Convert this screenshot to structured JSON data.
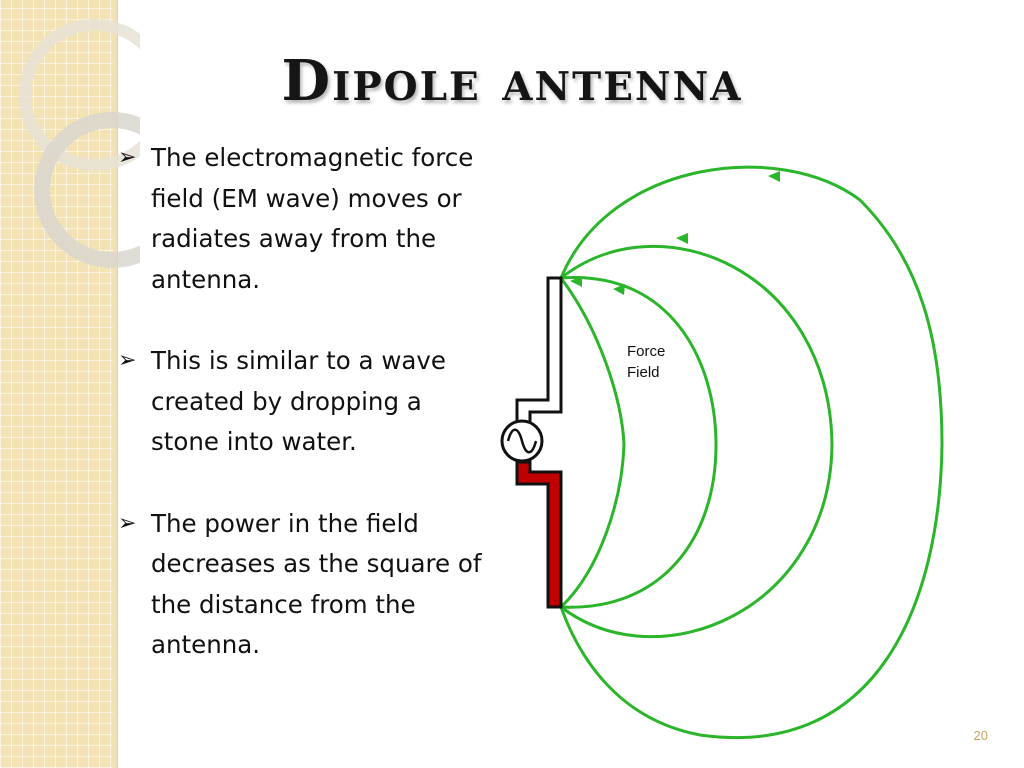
{
  "slide": {
    "title": "Dipole antenna",
    "page_number": "20"
  },
  "bullets": [
    {
      "text": "The electromagnetic force field (EM wave) moves or radiates away from the antenna."
    },
    {
      "text": "This is similar to a wave created by dropping a stone into water."
    },
    {
      "text": "The power in the field decreases as the square of the distance from the antenna."
    }
  ],
  "diagram": {
    "label_line1": "Force",
    "label_line2": "Field",
    "colors": {
      "field_lines": "#2ab52a",
      "upper_element": "#ffffff",
      "lower_element": "#c00000",
      "outline": "#111111"
    },
    "icons": [
      "ac-source-icon",
      "arrowhead-icon"
    ]
  }
}
